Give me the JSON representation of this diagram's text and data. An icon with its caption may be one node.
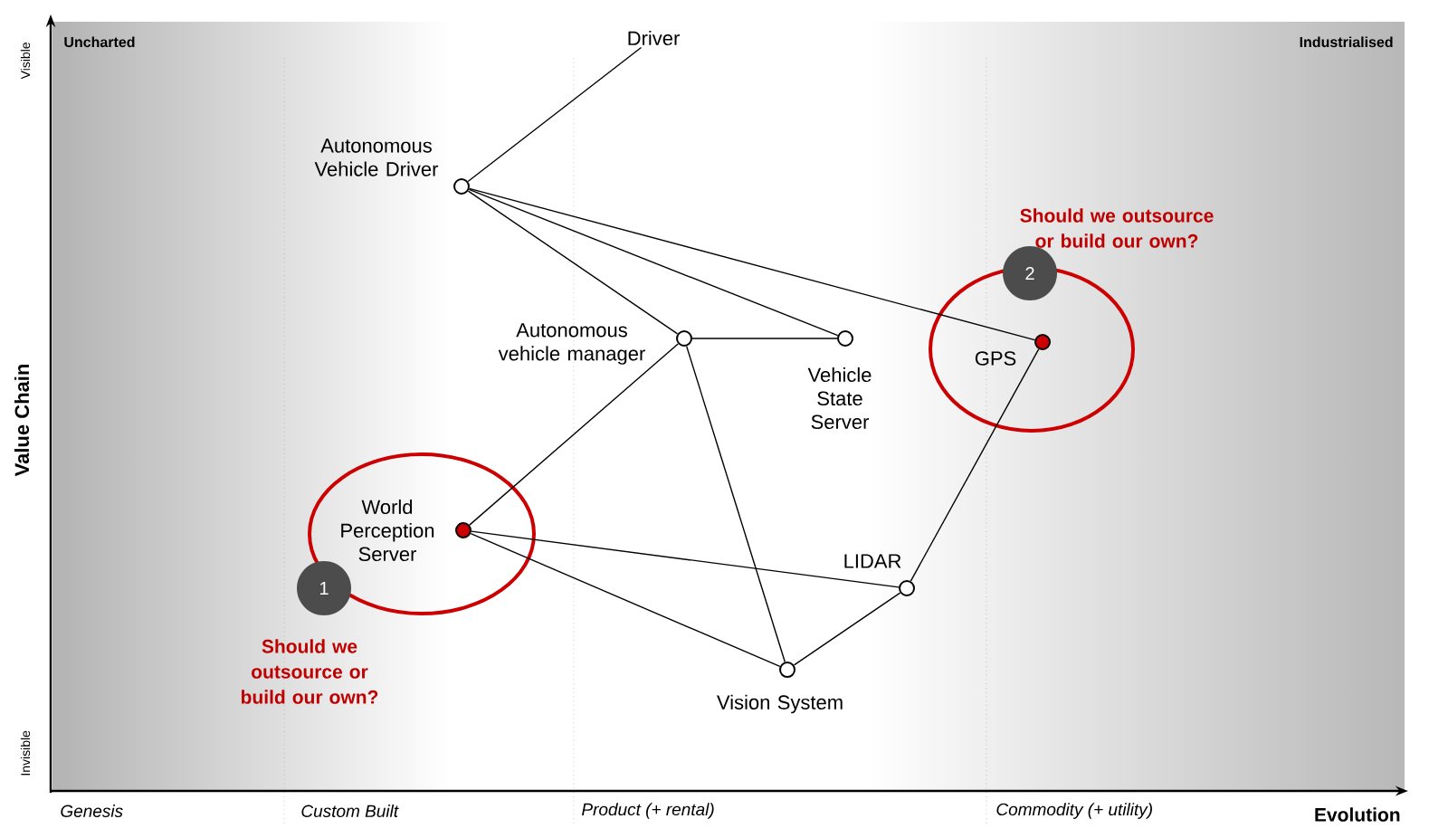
{
  "diagram": {
    "nodes": [
      {
        "text": [
          "Driver"
        ]
      },
      {
        "text": [
          "Autonomous Vehicle Driver"
        ]
      },
      {
        "text": [
          "Autonomous vehicle manager"
        ]
      },
      {
        "text": [
          "Vehicle State Server"
        ]
      },
      {
        "text": [
          "GPS"
        ]
      },
      {
        "text": [
          "World Perception Server"
        ]
      },
      {
        "text": [
          "LIDAR"
        ]
      },
      {
        "text": [
          "Vision System"
        ]
      }
    ],
    "edges": [
      {
        "from": 0,
        "to": 1,
        "arrow": "none"
      },
      {
        "from": 1,
        "to": 2,
        "arrow": "none"
      },
      {
        "from": 1,
        "to": 3,
        "arrow": "none"
      },
      {
        "from": 1,
        "to": 4,
        "arrow": "none"
      },
      {
        "from": 2,
        "to": 3,
        "arrow": "none"
      },
      {
        "from": 2,
        "to": 5,
        "arrow": "none"
      },
      {
        "from": 2,
        "to": 7,
        "arrow": "none"
      },
      {
        "from": 5,
        "to": 6,
        "arrow": "none"
      },
      {
        "from": 5,
        "to": 7,
        "arrow": "none"
      },
      {
        "from": 7,
        "to": 6,
        "arrow": "none"
      },
      {
        "from": 6,
        "to": 4,
        "arrow": "none"
      }
    ],
    "labels": [
      "Uncharted",
      "Industrialised",
      "Visible",
      "Should we outsource or build our own?",
      "2",
      "Value Chain",
      "1",
      "Should we outsource or build our own?",
      "Invisible",
      "Genesis",
      "Custom Built",
      "Product (+ rental)",
      "Commodity (+ utility)",
      "Evolution"
    ]
  }
}
